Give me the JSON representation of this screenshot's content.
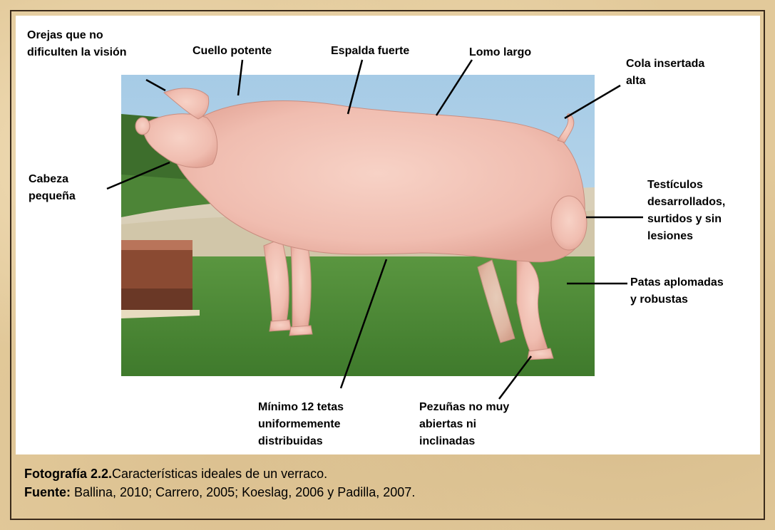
{
  "labels": {
    "ears": "Orejas que no\ndificulten la visión",
    "neck": "Cuello potente",
    "back": "Espalda fuerte",
    "loin": "Lomo largo",
    "tail": "Cola insertada\nalta",
    "head": "Cabeza\npequeña",
    "testicles": "Testículos\ndesarrollados,\nsurtidos y sin\nlesiones",
    "legs": "Patas aplomadas\ny robustas",
    "teats": "Mínimo 12 tetas\nuniformemente\ndistribuidas",
    "hooves": "Pezuñas no muy\nabiertas ni\ninclinadas"
  },
  "caption": {
    "photo_prefix": "Fotografía 2.2.",
    "photo_text": "Características ideales de un verraco.",
    "source_prefix": "Fuente:",
    "source_text": " Ballina, 2010; Carrero, 2005; Koeslag, 2006 y Padilla, 2007."
  },
  "colors": {
    "sky": "#a9cde6",
    "grass": "#4e8a35",
    "gravel": "#d8cdb4",
    "pig": "#f3c3b8"
  }
}
